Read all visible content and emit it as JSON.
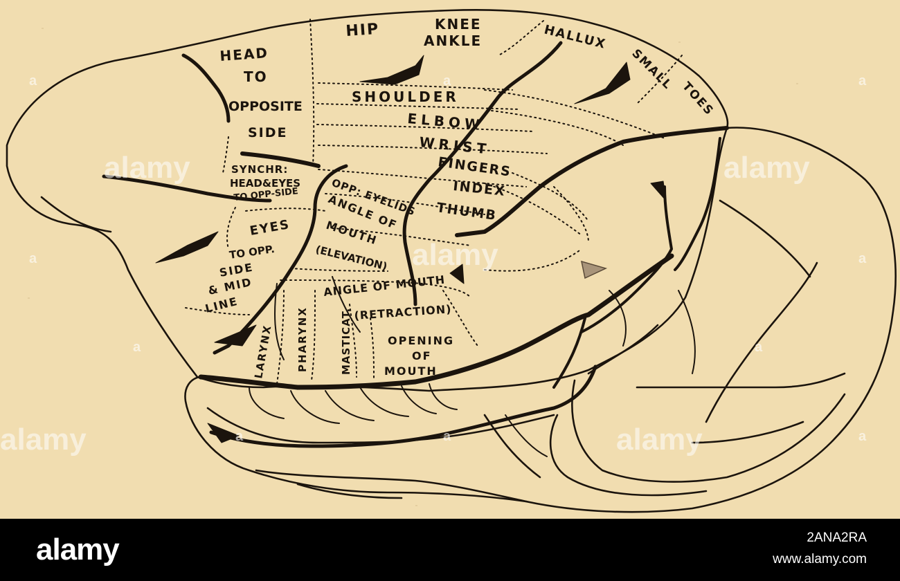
{
  "labels": {
    "head_to_opposite_side": [
      "HEAD",
      "TO",
      "OPPOSITE",
      "SIDE"
    ],
    "hip": "HIP",
    "knee": "KNEE",
    "ankle": "ANKLE",
    "hallux": "HALLUX",
    "small_toes": [
      "SMALL",
      "TOES"
    ],
    "shoulder": "SHOULDER",
    "elbow": "ELBOW",
    "wrist": "WRIST",
    "fingers": "FINGERS",
    "index": "INDEX",
    "thumb": "THUMB",
    "synchr": [
      "SYNCHR:",
      "HEAD&EYES",
      "TO OPP-SIDE"
    ],
    "opp_eyelids": "OPP: EYELIDS",
    "angle_of_mouth_elevation": [
      "ANGLE OF",
      "MOUTH",
      "(ELEVATION)"
    ],
    "eyes_to_opp_side": [
      "EYES",
      "TO OPP.",
      "SIDE",
      "& MID",
      "LINE"
    ],
    "angle_of_mouth_retraction": [
      "ANGLE OF MOUTH",
      "(RETRACTION)"
    ],
    "opening_of_mouth": [
      "OPENING",
      "OF",
      "MOUTH"
    ],
    "larynx": "LARYNX",
    "pharynx": "PHARYNX",
    "masticat": "MASTICAT."
  },
  "watermark": {
    "text": "alamy",
    "dot": "a"
  },
  "footer": {
    "logo": "alamy",
    "image_id": "2ANA2RA",
    "url": "www.alamy.com"
  },
  "colors": {
    "paper": "#f1ddb0",
    "ink": "#1b140d",
    "footer_bg": "#000000"
  }
}
